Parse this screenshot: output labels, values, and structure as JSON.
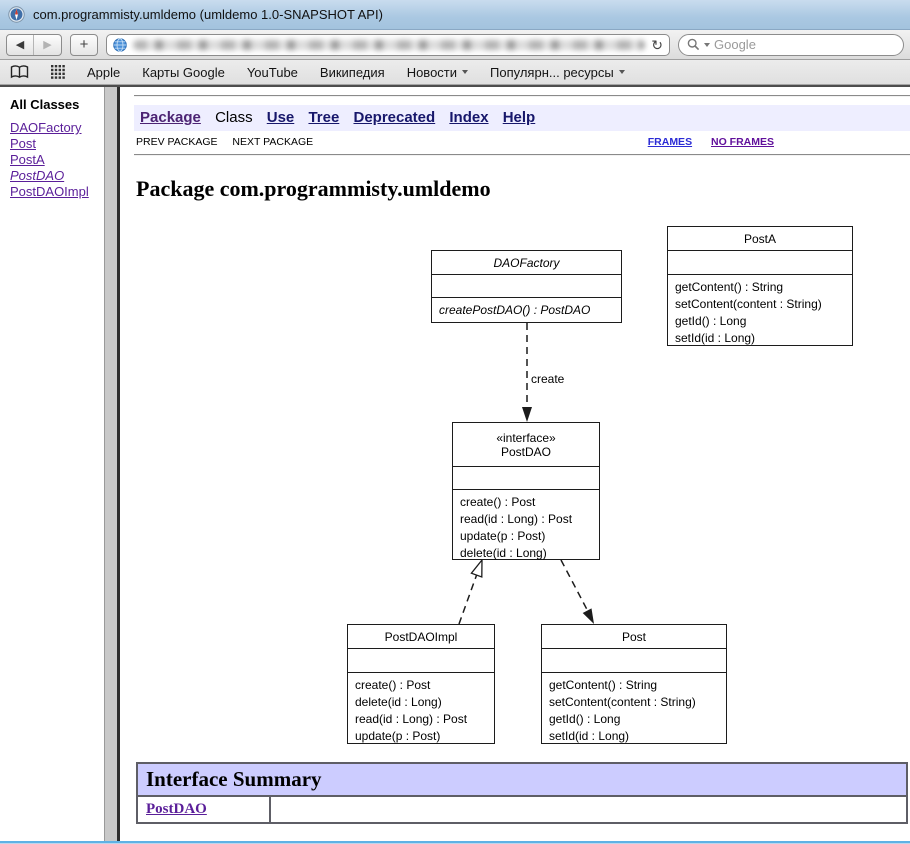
{
  "window": {
    "title": "com.programmisty.umldemo (umldemo 1.0-SNAPSHOT API)"
  },
  "toolbar": {
    "search_placeholder": "Google",
    "new_tab_label": "+"
  },
  "bookmarks": {
    "items": [
      "Apple",
      "Карты Google",
      "YouTube",
      "Википедия",
      "Новости",
      "Популярн... ресурсы"
    ]
  },
  "sidebar": {
    "title": "All Classes",
    "links": [
      {
        "label": "DAOFactory",
        "italic": false
      },
      {
        "label": "Post",
        "italic": false
      },
      {
        "label": "PostA",
        "italic": false
      },
      {
        "label": "PostDAO",
        "italic": true
      },
      {
        "label": "PostDAOImpl",
        "italic": false
      }
    ]
  },
  "navbar": {
    "package": "Package",
    "class": "Class",
    "use": "Use",
    "tree": "Tree",
    "deprecated": "Deprecated",
    "index": "Index",
    "help": "Help",
    "prev": "PREV PACKAGE",
    "next": "NEXT PACKAGE",
    "frames": "FRAMES",
    "noframes": "NO FRAMES"
  },
  "page": {
    "heading": "Package com.programmisty.umldemo"
  },
  "diagram": {
    "classes": {
      "daofactory": {
        "name": "DAOFactory",
        "methods": [
          "createPostDAO() : PostDAO"
        ]
      },
      "posta": {
        "name": "PostA",
        "methods": [
          "getContent() : String",
          "setContent(content : String)",
          "getId() : Long",
          "setId(id : Long)"
        ]
      },
      "postdao": {
        "stereotype": "«interface»",
        "name": "PostDAO",
        "methods": [
          "create() : Post",
          "read(id : Long) : Post",
          "update(p : Post)",
          "delete(id : Long)"
        ]
      },
      "postdaoimpl": {
        "name": "PostDAOImpl",
        "methods": [
          "create() : Post",
          "delete(id : Long)",
          "read(id : Long) : Post",
          "update(p : Post)"
        ]
      },
      "post": {
        "name": "Post",
        "methods": [
          "getContent() : String",
          "setContent(content : String)",
          "getId() : Long",
          "setId(id : Long)"
        ]
      }
    },
    "labels": {
      "create": "create"
    }
  },
  "summary": {
    "title": "Interface Summary",
    "rows": [
      {
        "name": "PostDAO",
        "description": ""
      }
    ]
  },
  "colors": {
    "navbar_bg": "#EEEEFF",
    "summary_header_bg": "#CCCCFF",
    "visited_link": "#5A1E99",
    "frames_link": "#2B2BD5",
    "titlebar": "#AFCBE4"
  }
}
